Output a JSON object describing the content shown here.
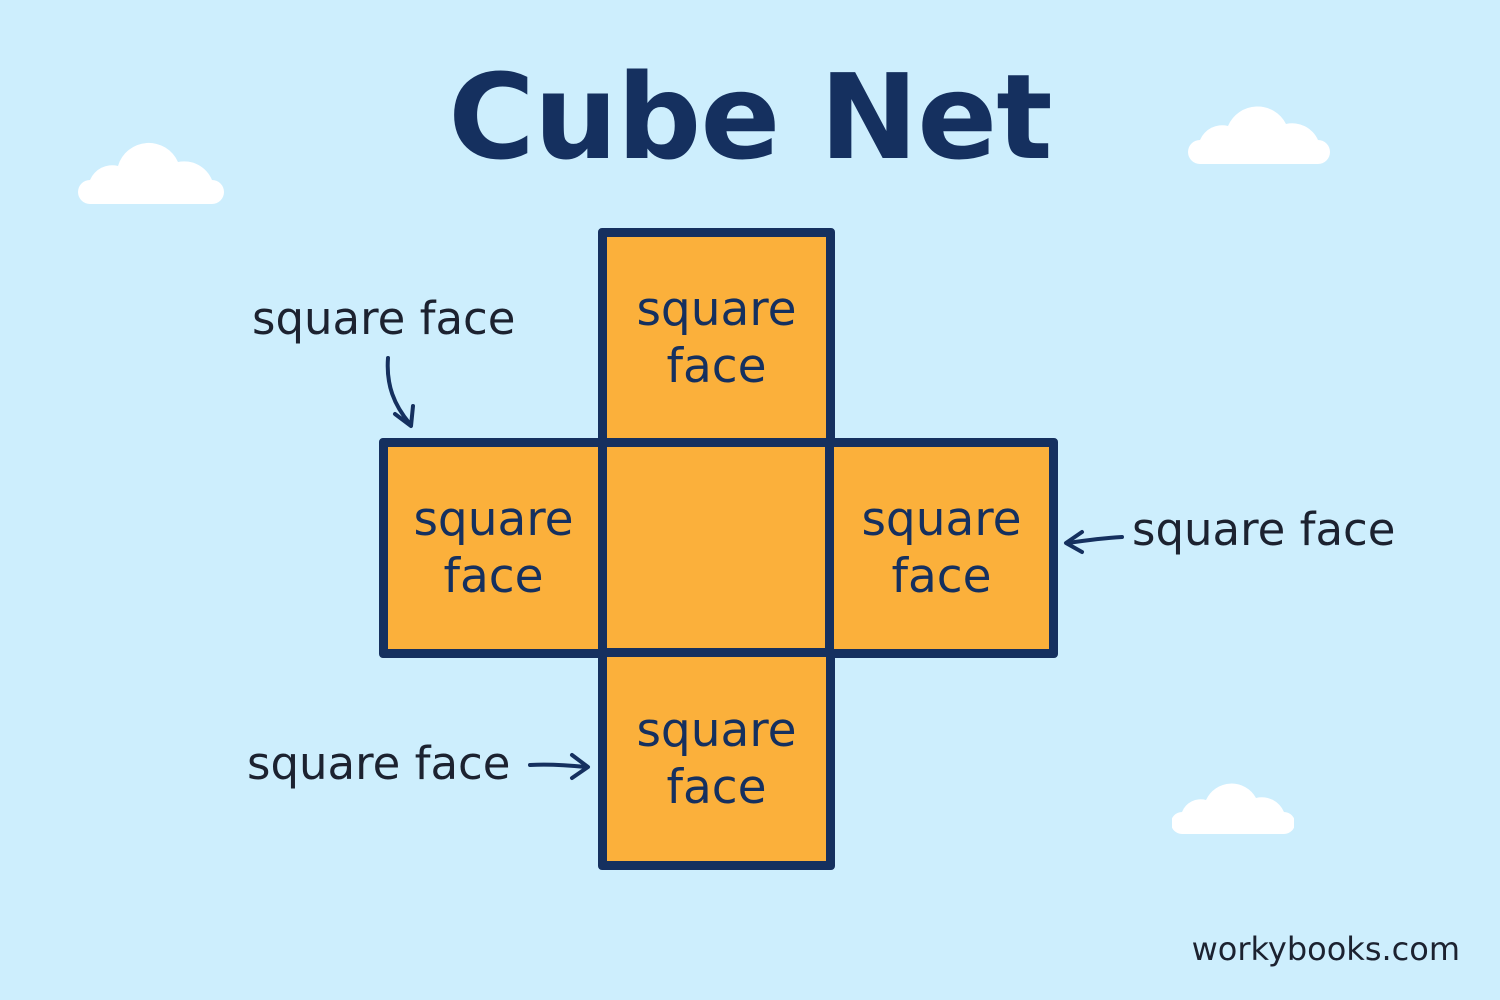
{
  "title": "Cube Net",
  "colors": {
    "background": "#cdeefd",
    "face_fill": "#fbb03b",
    "outline": "#15305f",
    "cloud": "#ffffff"
  },
  "faces": {
    "top": {
      "line1": "square",
      "line2": "face"
    },
    "left": {
      "line1": "square",
      "line2": "face"
    },
    "center": {
      "line1": "",
      "line2": ""
    },
    "right": {
      "line1": "square",
      "line2": "face"
    },
    "bottom": {
      "line1": "square",
      "line2": "face"
    }
  },
  "callouts": {
    "top_left": "square face",
    "right": "square face",
    "bottom_left": "square face"
  },
  "watermark": "workybooks.com"
}
